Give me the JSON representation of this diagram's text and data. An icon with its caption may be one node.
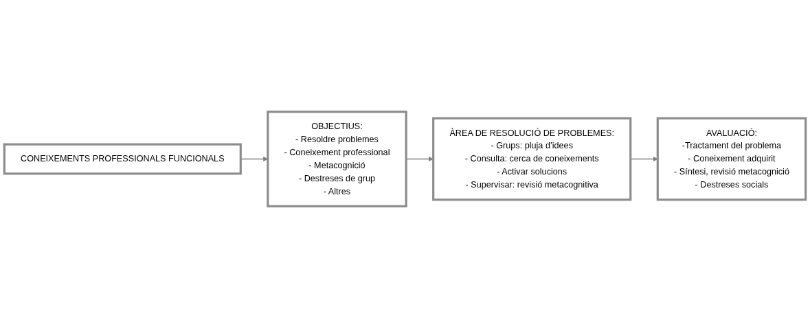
{
  "diagram": {
    "nodes": [
      {
        "text": [
          "CONEIXEMENTS PROFESSIONALS FUNCIONALS"
        ]
      },
      {
        "text": [
          "OBJECTIUS:",
          "- Resoldre problemes",
          "- Coneixement professional",
          "- Metacognició",
          "- Destreses de grup",
          "- Altres"
        ]
      },
      {
        "text": [
          "ÀREA DE RESOLUCIÓ DE PROBLEMES:",
          "- Grups: pluja d’idees",
          "- Consulta: cerca de coneixements",
          "- Activar solucions",
          "- Supervisar: revisió metacognitiva"
        ]
      },
      {
        "text": [
          "AVALUACIÓ:",
          "-Tractament del problema",
          "- Coneixement adquirit",
          "- Síntesi, revisió metacognició",
          "- Destreses socials"
        ]
      }
    ],
    "edges": [
      {
        "from": 0,
        "to": 1,
        "arrow": "to"
      },
      {
        "from": 1,
        "to": 2,
        "arrow": "to"
      },
      {
        "from": 2,
        "to": 3,
        "arrow": "to"
      }
    ]
  }
}
